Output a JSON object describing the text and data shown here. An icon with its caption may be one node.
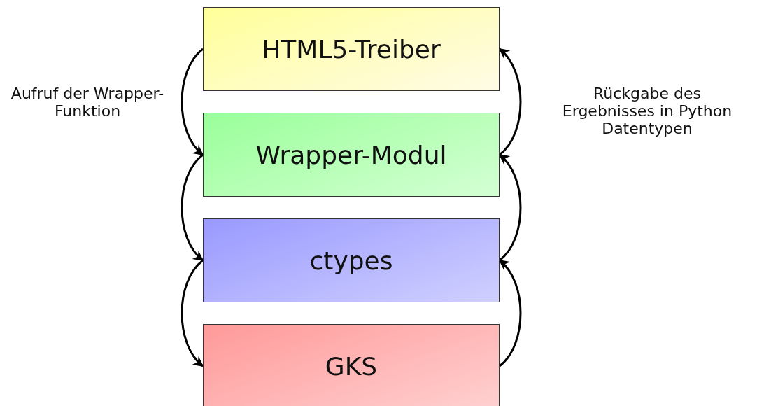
{
  "diagram": {
    "nodes": [
      {
        "text": [
          "HTML5-Treiber"
        ]
      },
      {
        "text": [
          "Wrapper-Modul"
        ]
      },
      {
        "text": [
          "ctypes"
        ]
      },
      {
        "text": [
          "GKS"
        ]
      }
    ],
    "edges": [
      {
        "from": 0,
        "to": 1,
        "arrow": "to",
        "label": "Aufruf der Wrapper-Funktion"
      },
      {
        "from": 1,
        "to": 2,
        "arrow": "to"
      },
      {
        "from": 2,
        "to": 3,
        "arrow": "to"
      },
      {
        "from": 1,
        "to": 0,
        "arrow": "to",
        "label": "Rückgabe des Ergebnisses in Python Datentypen"
      },
      {
        "from": 2,
        "to": 1,
        "arrow": "to"
      },
      {
        "from": 3,
        "to": 2,
        "arrow": "to"
      }
    ]
  }
}
